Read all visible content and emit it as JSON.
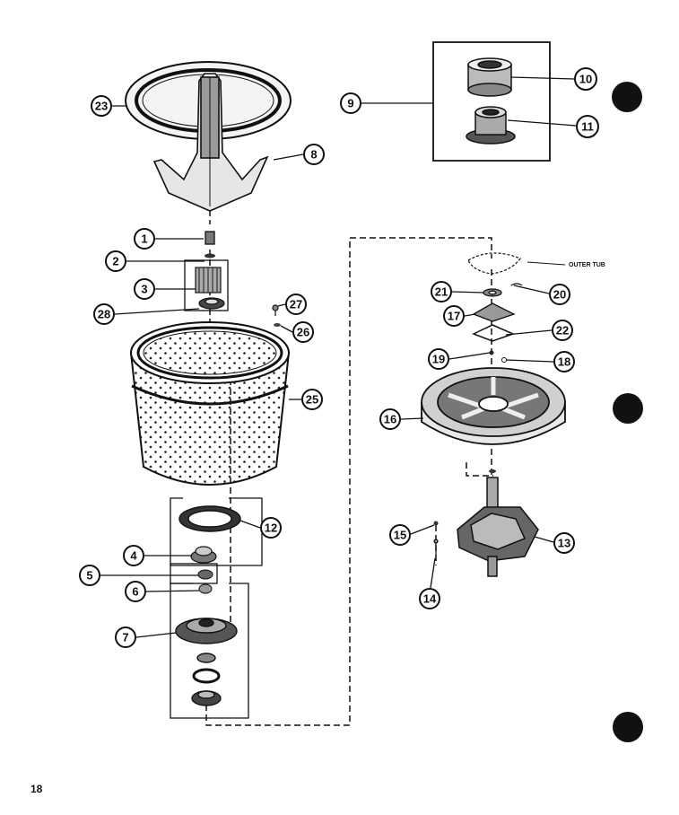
{
  "page": {
    "number": "18"
  },
  "annotations": {
    "outer_tub": "OUTER TUB"
  },
  "callouts": {
    "c1": "1",
    "c2": "2",
    "c3": "3",
    "c4": "4",
    "c5": "5",
    "c6": "6",
    "c7": "7",
    "c8": "8",
    "c9": "9",
    "c10": "10",
    "c11": "11",
    "c12": "12",
    "c13": "13",
    "c14": "14",
    "c15": "15",
    "c16": "16",
    "c17": "17",
    "c18": "18",
    "c19": "19",
    "c20": "20",
    "c21": "21",
    "c22": "22",
    "c23": "23",
    "c25": "25",
    "c26": "26",
    "c27": "27",
    "c28": "28"
  },
  "colors": {
    "ink": "#111111",
    "paper": "#ffffff"
  }
}
